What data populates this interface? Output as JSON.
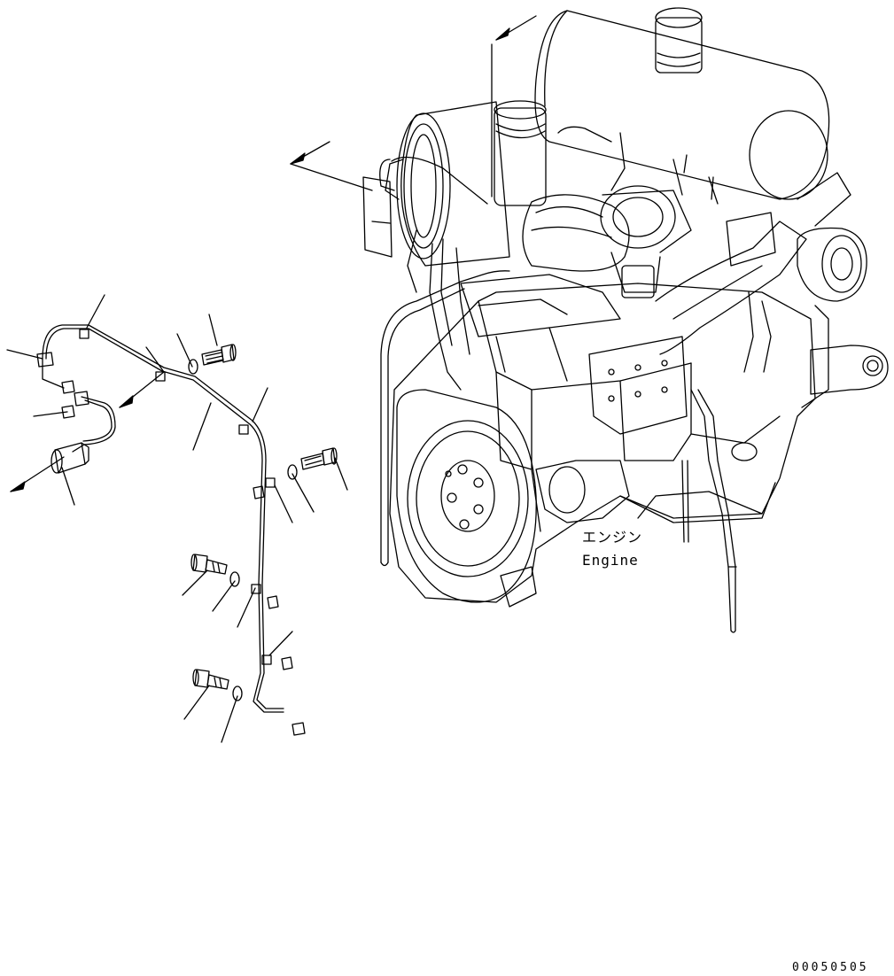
{
  "labels": {
    "engine_jp": "エンジン",
    "engine_en": "Engine"
  },
  "drawing_number": "00050505",
  "colors": {
    "line": "#000000",
    "background": "#ffffff"
  }
}
